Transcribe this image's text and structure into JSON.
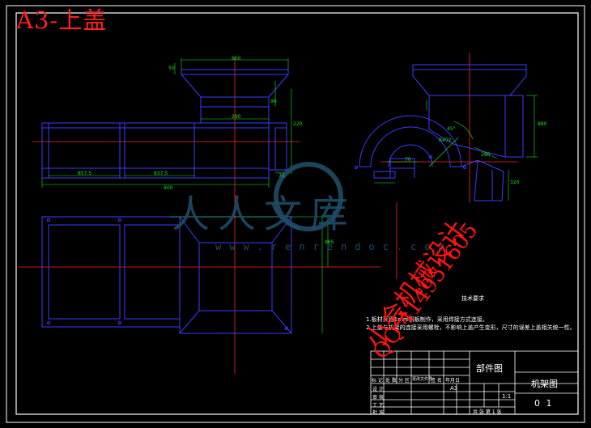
{
  "sheet": {
    "title": "A3-上盖"
  },
  "watermark": {
    "brand": "人人文库",
    "url": "www.renrendoc.com"
  },
  "stamp": {
    "line1": "小会机械设计",
    "line2": "QQ 414951605"
  },
  "notes": {
    "title": "技术要求",
    "items": [
      "1.板材采用1mm钢板制作，采用焊接方式连接。",
      "2.上盖与机架的连接采用螺栓，不影响上盖产生变形，尺寸的误差上盖相关统一性。"
    ]
  },
  "title_block": {
    "drawing_kind": "部件图",
    "drawing_name": "机架图",
    "drawing_no": "0 1",
    "sheet_size": "A3",
    "scale": "1:1",
    "row_labels": [
      "标 记",
      "处 数",
      "分 区",
      "更改文件号",
      "签 名",
      "年月日"
    ],
    "sign_labels": [
      "设 计",
      "审 核",
      "工 艺",
      "批 准"
    ],
    "sheet_label": "共 张 第 1 张"
  },
  "dimensions": {
    "top_width": "600",
    "hopper_height": "50",
    "neck_width": "290",
    "neck_height": "90",
    "side_height": "220",
    "base_left": "857.5",
    "base_mid": "837.5",
    "base_total": "900",
    "small": "75",
    "side_width": "965",
    "profile_height": "880",
    "radius": "R402",
    "arc_angle": "45°",
    "profile_low": "320",
    "profile_base": "260",
    "sub": "70"
  }
}
